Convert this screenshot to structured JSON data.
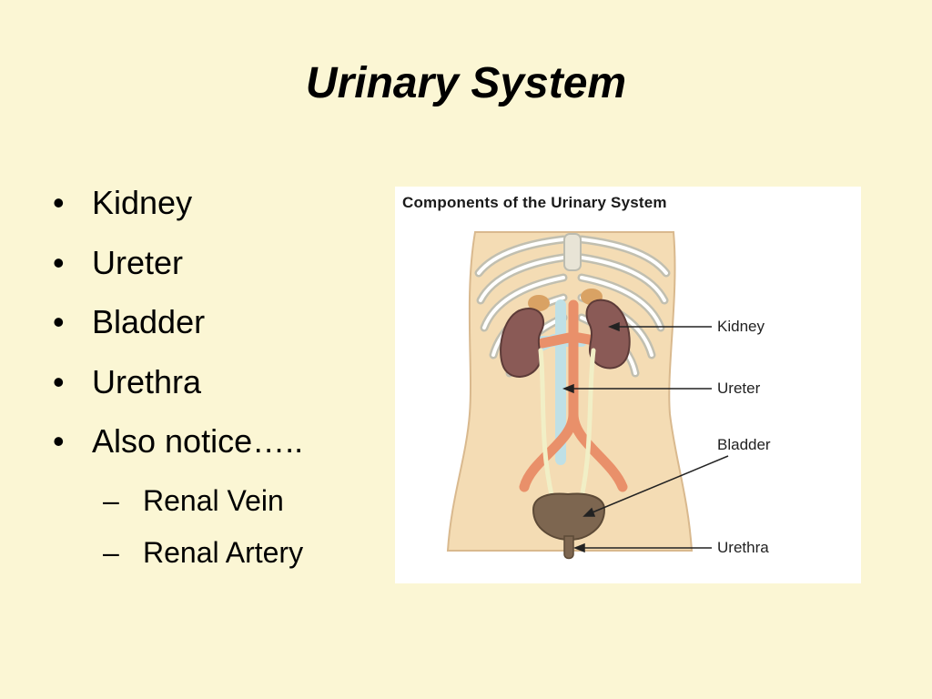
{
  "slide": {
    "title": "Urinary System",
    "bullets": [
      "Kidney",
      "Ureter",
      "Bladder",
      "Urethra",
      "Also notice….."
    ],
    "sub_bullets": [
      "Renal Vein",
      "Renal Artery"
    ]
  },
  "figure": {
    "title": "Components of the Urinary System",
    "labels": {
      "kidney": "Kidney",
      "ureter": "Ureter",
      "bladder": "Bladder",
      "urethra": "Urethra"
    }
  },
  "colors": {
    "background": "#fbf6d4",
    "body": "#f4dcb4",
    "kidney": "#8a5a56",
    "artery": "#e9906a",
    "vein": "#bfe0e6",
    "bladder": "#7d6650"
  }
}
